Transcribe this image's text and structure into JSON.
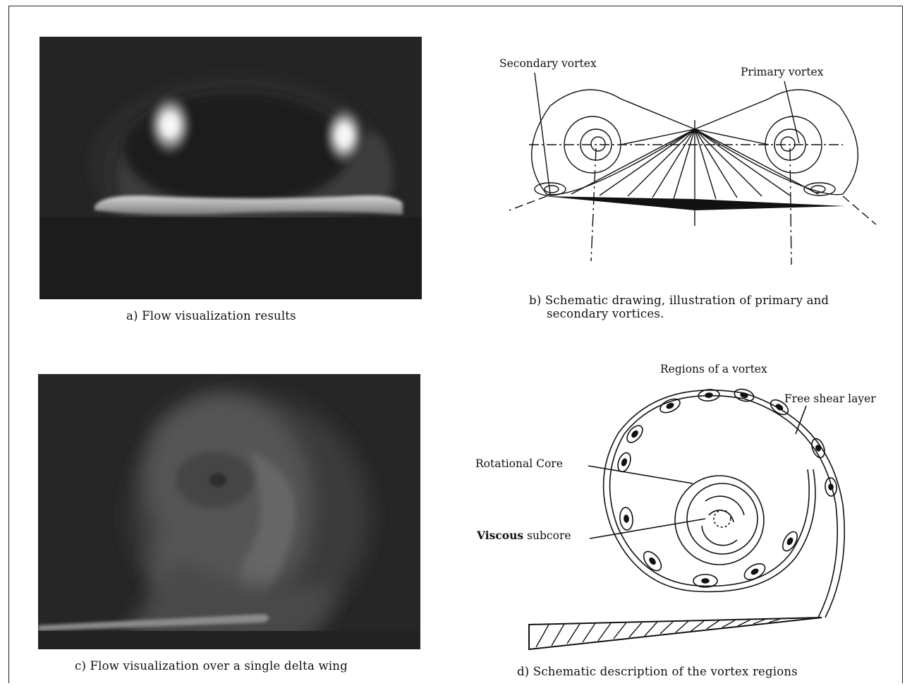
{
  "panel_a": {
    "caption": "a) Flow visualization results"
  },
  "panel_b": {
    "caption_line1": "b) Schematic drawing, illustration of primary and",
    "caption_line2": "secondary vortices.",
    "label_secondary": "Secondary vortex",
    "label_primary": "Primary vortex"
  },
  "panel_c": {
    "caption": "c) Flow visualization over a single delta wing"
  },
  "panel_d": {
    "caption": "d) Schematic description of the vortex regions",
    "title": "Regions of a vortex",
    "label_shear": "Free shear layer",
    "label_core": "Rotational Core",
    "label_subcore_bold": "Viscous",
    "label_subcore": " subcore"
  }
}
